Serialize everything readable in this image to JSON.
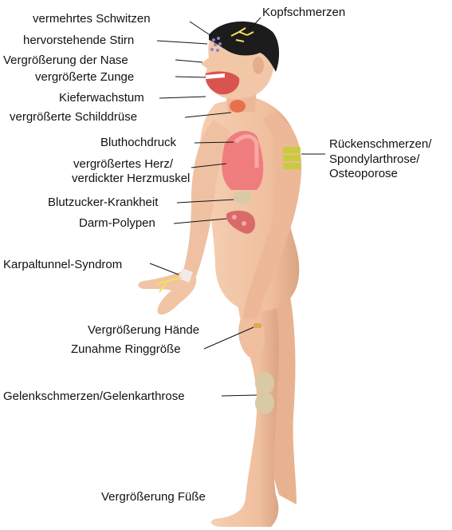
{
  "diagram": {
    "labels": {
      "sweating": "vermehrtes Schwitzen",
      "forehead": "hervorstehende Stirn",
      "nose": "Vergrößerung der Nase",
      "tongue": "vergrößerte Zunge",
      "jaw": "Kieferwachstum",
      "thyroid": "vergrößerte Schilddrüse",
      "headache": "Kopfschmerzen",
      "hypertension": "Bluthochdruck",
      "heart_line1": "vergrößertes Herz/",
      "heart_line2": "verdickter Herzmuskel",
      "diabetes": "Blutzucker-Krankheit",
      "polyps": "Darm-Polypen",
      "carpal": "Karpaltunnel-Syndrom",
      "back_line1": "Rückenschmerzen/",
      "back_line2": "Spondylarthrose/",
      "back_line3": "Osteoporose",
      "hands": "Vergrößerung Hände",
      "ring": "Zunahme Ringgröße",
      "joints": "Gelenkschmerzen/Gelenkarthrose",
      "feet": "Vergrößerung Füße"
    },
    "colors": {
      "skin": "#f2c7a8",
      "skin_shade": "#e2a987",
      "hair": "#1c1c1c",
      "heart": "#f07d7d",
      "heart_light": "#f6a9a5",
      "thyroid": "#e8704d",
      "mouth": "#d9534f",
      "nerve": "#f5e15a",
      "spine": "#c9cc3a",
      "polyps": "#d96a6a",
      "organ": "#d9c9a5"
    }
  }
}
